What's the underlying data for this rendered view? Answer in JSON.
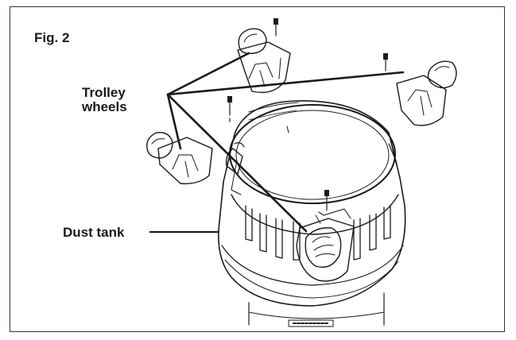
{
  "figure": {
    "fig_label": "Fig. 2",
    "trolley_label_line1": "Trolley",
    "trolley_label_line2": "wheels",
    "dust_label": "Dust tank"
  },
  "colors": {
    "ink": "#1a1a1a",
    "frame": "#333333",
    "background": "#ffffff"
  }
}
